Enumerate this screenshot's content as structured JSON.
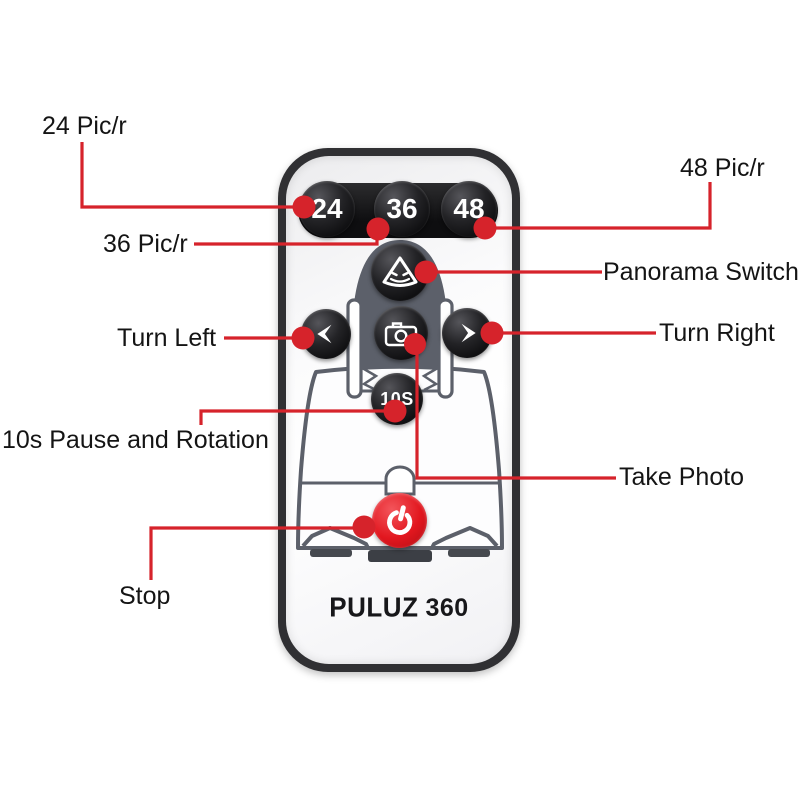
{
  "title": "PULUZ 360 remote control button diagram",
  "colors": {
    "annotation_red": "#d6232b",
    "power_button_red": "#e2171f",
    "device_drawing_gray": "#5c606a",
    "remote_bezel": "#303033"
  },
  "remote": {
    "brand": "PULUZ",
    "brand_suffix": "360",
    "buttons": {
      "pic_24": "24",
      "pic_36": "36",
      "pic_48": "48",
      "pause_10s": "10S"
    },
    "icons": {
      "panorama": "panorama-triangle-smiley-icon",
      "turn_left": "left-arrow-icon",
      "take_photo": "camera-icon",
      "turn_right": "right-arrow-icon",
      "power": "power-icon"
    }
  },
  "annotations": [
    {
      "id": "pic24",
      "label": "24 Pic/r"
    },
    {
      "id": "pic36",
      "label": "36 Pic/r"
    },
    {
      "id": "pic48",
      "label": "48 Pic/r"
    },
    {
      "id": "panorama",
      "label": "Panorama Switch"
    },
    {
      "id": "turn-right",
      "label": "Turn Right"
    },
    {
      "id": "turn-left",
      "label": "Turn Left"
    },
    {
      "id": "pause10s",
      "label": "10s Pause and Rotation"
    },
    {
      "id": "take-photo",
      "label": "Take Photo"
    },
    {
      "id": "stop",
      "label": "Stop"
    }
  ]
}
